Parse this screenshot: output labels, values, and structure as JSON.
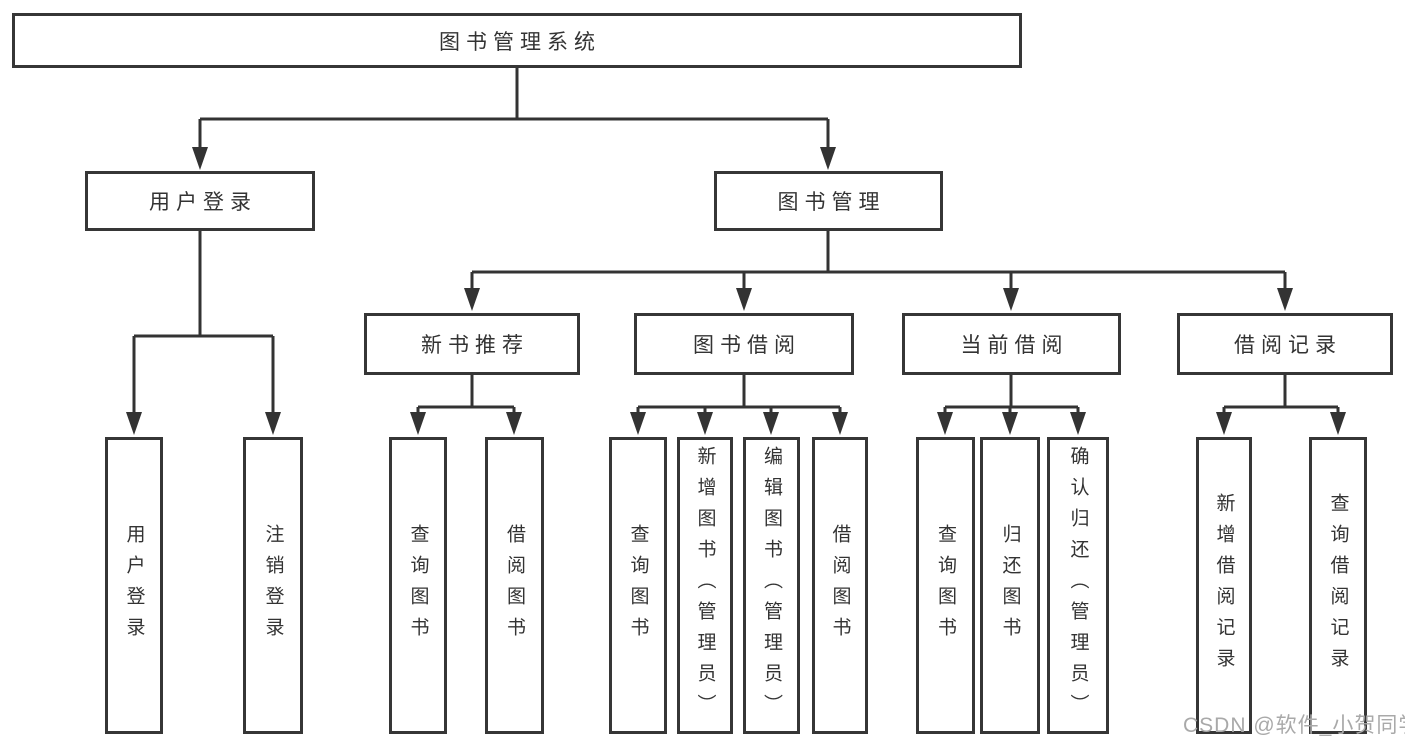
{
  "tree": {
    "label": "图书管理系统",
    "children": [
      {
        "label": "用户登录",
        "children": [
          {
            "label": "用户登录"
          },
          {
            "label": "注销登录"
          }
        ]
      },
      {
        "label": "图书管理",
        "children": [
          {
            "label": "新书推荐",
            "children": [
              {
                "label": "查询图书"
              },
              {
                "label": "借阅图书"
              }
            ]
          },
          {
            "label": "图书借阅",
            "children": [
              {
                "label": "查询图书"
              },
              {
                "label": "新增图书（管理员）"
              },
              {
                "label": "编辑图书（管理员）"
              },
              {
                "label": "借阅图书"
              }
            ]
          },
          {
            "label": "当前借阅",
            "children": [
              {
                "label": "查询图书"
              },
              {
                "label": "归还图书"
              },
              {
                "label": "确认归还（管理员）"
              }
            ]
          },
          {
            "label": "借阅记录",
            "children": [
              {
                "label": "新增借阅记录"
              },
              {
                "label": "查询借阅记录"
              }
            ]
          }
        ]
      }
    ]
  },
  "watermark": {
    "text": "CSDN @软件_小贺同学"
  },
  "colors": {
    "line": "#333333",
    "box_border": "#363636",
    "box_fill": "#ffffff",
    "text": "#333333",
    "watermark": "#a9a9a9",
    "background": "#ffffff"
  }
}
